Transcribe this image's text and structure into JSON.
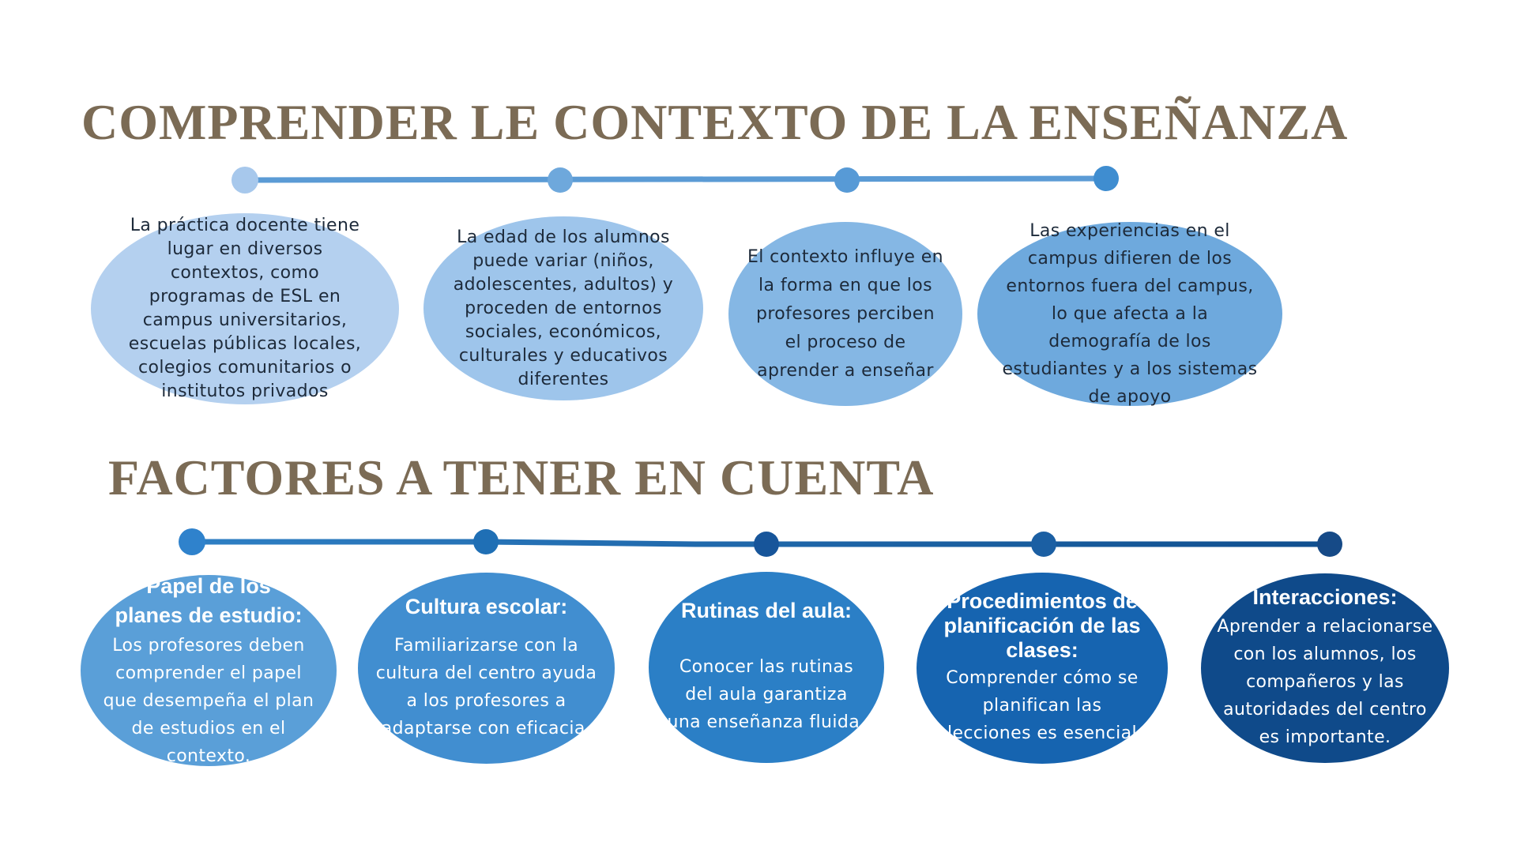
{
  "titles": {
    "top": "COMPRENDER LE CONTEXTO DE LA ENSEÑANZA",
    "bottom": "FACTORES A TENER EN CUENTA"
  },
  "colors": {
    "title": "#7b6b55",
    "top_line": "#5b9bd5",
    "bottom_line_start": "#2e7fc4",
    "bottom_line_end": "#104f8f",
    "top_bubbles": [
      "#b4d0ef",
      "#9ec5eb",
      "#85b7e4",
      "#6ea9dd"
    ],
    "top_nodes": [
      "#a7c8ec",
      "#6ea8dc",
      "#579ad6",
      "#3f8dd0"
    ],
    "bottom_bubbles": [
      "#5a9fd8",
      "#418ed0",
      "#2b7fc6",
      "#1664b0",
      "#0f4a8a"
    ],
    "bottom_nodes": [
      "#2f82cc",
      "#1f6fb5",
      "#17559a",
      "#1b5fa3",
      "#164a87"
    ]
  },
  "context_items": [
    {
      "text": "La práctica docente tiene lugar en diversos contextos, como programas de ESL en campus universitarios, escuelas públicas locales, colegios comunitarios o institutos privados"
    },
    {
      "text": "La edad de los alumnos puede variar (niños, adolescentes, adultos) y proceden de entornos sociales, económicos, culturales y educativos diferentes"
    },
    {
      "text": "El contexto influye en la forma en que los profesores perciben el proceso de aprender a enseñar"
    },
    {
      "text": "Las experiencias en el campus difieren de los entornos fuera del campus, lo que afecta a la demografía de los estudiantes y a los sistemas de apoyo"
    }
  ],
  "factors": [
    {
      "title": "Papel de los planes de estudio:",
      "text": "Los profesores deben comprender el papel que desempeña el plan de estudios en el contexto."
    },
    {
      "title": "Cultura escolar:",
      "text": "Familiarizarse con la cultura del centro ayuda a los profesores a adaptarse con eficacia."
    },
    {
      "title": "Rutinas del aula:",
      "text": "Conocer las rutinas del aula garantiza una enseñanza fluida."
    },
    {
      "title": "Procedimientos de planificación de las clases:",
      "text": "Comprender cómo se planifican las lecciones es esencial"
    },
    {
      "title": "Interacciones:",
      "text": "Aprender a relacionarse con los alumnos, los compañeros y las autoridades del centro es importante."
    }
  ]
}
